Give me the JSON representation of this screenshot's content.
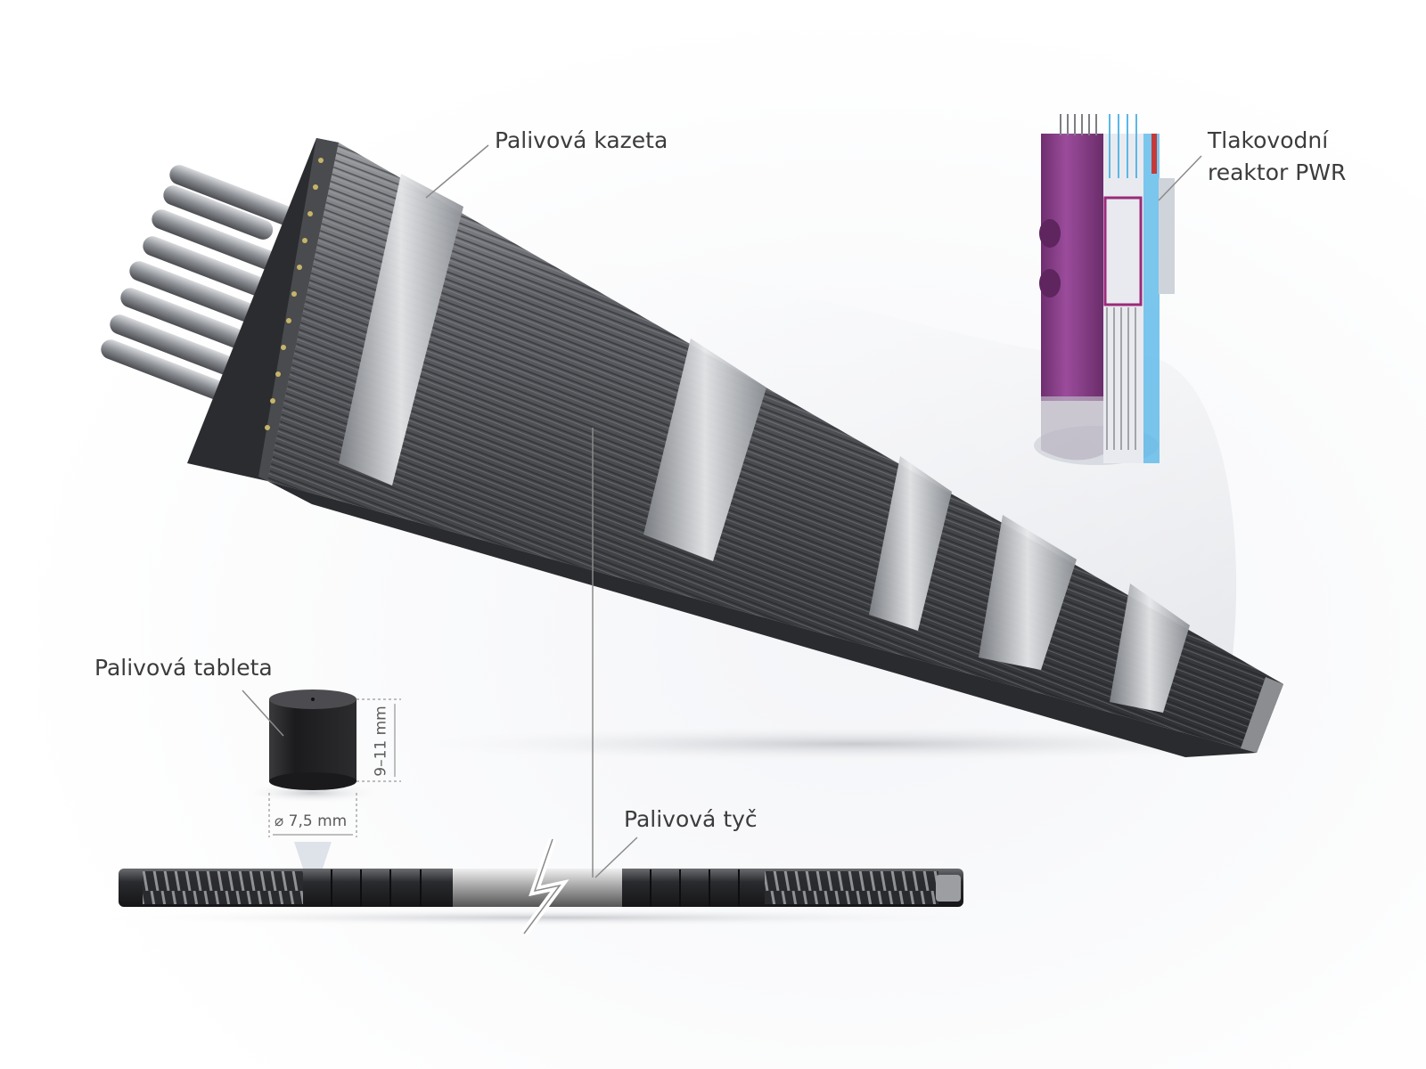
{
  "labels": {
    "fuel_assembly": "Palivová kazeta",
    "reactor_line1": "Tlakovodní",
    "reactor_line2": "reaktor PWR",
    "fuel_pellet": "Palivová tableta",
    "fuel_rod": "Palivová tyč",
    "pellet_height": "9–11 mm",
    "pellet_diameter": "⌀ 7,5 mm"
  },
  "colors": {
    "reactor_vessel": "#8a3f8a",
    "reactor_coolant": "#5ab8e8",
    "rod_steel": "#7a7c80",
    "pellet": "#222222",
    "leader_line": "#8a8a8a"
  }
}
